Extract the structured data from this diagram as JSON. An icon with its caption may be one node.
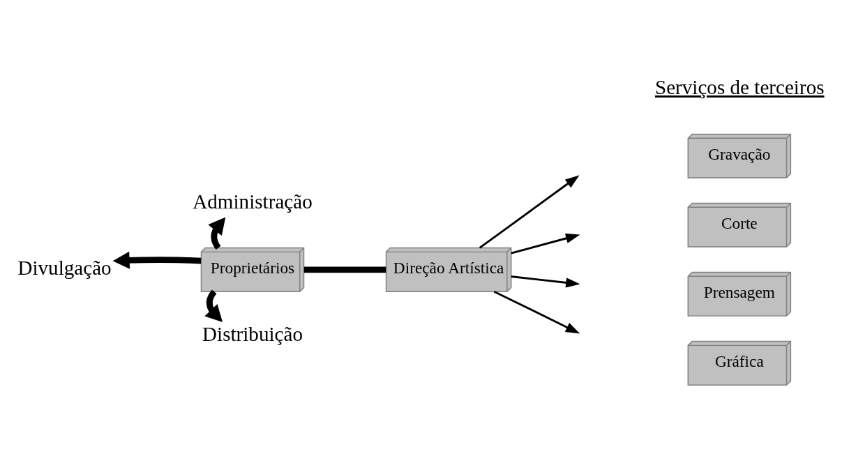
{
  "diagram": {
    "nodes": [
      {
        "text": [
          "Proprietários"
        ]
      },
      {
        "text": [
          "Administração"
        ]
      },
      {
        "text": [
          "Divulgação"
        ]
      },
      {
        "text": [
          "Distribuição"
        ]
      },
      {
        "text": [
          "Direção Artística"
        ]
      },
      {
        "text": [
          "Gravação"
        ]
      },
      {
        "text": [
          "Corte"
        ]
      },
      {
        "text": [
          "Prensagem"
        ]
      },
      {
        "text": [
          "Gráfica"
        ]
      }
    ],
    "edges": [
      {
        "from": 0,
        "to": 1,
        "arrow": "to",
        "style": "thick"
      },
      {
        "from": 0,
        "to": 2,
        "arrow": "to",
        "style": "thick"
      },
      {
        "from": 0,
        "to": 3,
        "arrow": "to",
        "style": "thick"
      },
      {
        "from": 0,
        "to": 4,
        "arrow": "none",
        "style": "thick"
      },
      {
        "from": 4,
        "to": null,
        "arrow": "to"
      },
      {
        "from": 4,
        "to": null,
        "arrow": "to"
      },
      {
        "from": 4,
        "to": null,
        "arrow": "to"
      },
      {
        "from": 4,
        "to": null,
        "arrow": "to"
      }
    ],
    "labels": [
      "Serviços de terceiros"
    ]
  }
}
